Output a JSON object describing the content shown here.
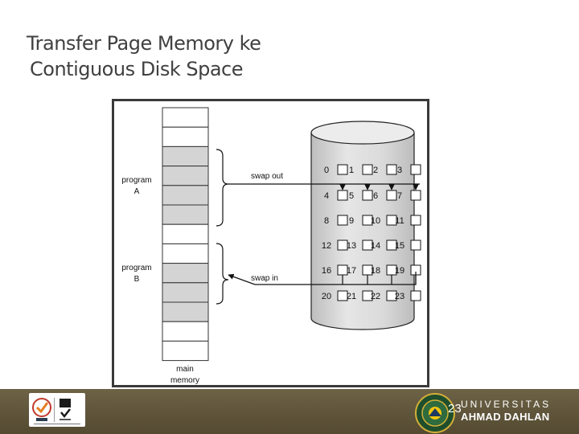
{
  "slide": {
    "title_line1": "Transfer Page Memory ke",
    "title_line2": "Contiguous Disk Space",
    "page_number": "23"
  },
  "diagram": {
    "program_a_line1": "program",
    "program_a_line2": "A",
    "program_b_line1": "program",
    "program_b_line2": "B",
    "swap_out_label": "swap out",
    "swap_in_label": "swap in",
    "memory_line1": "main",
    "memory_line2": "memory",
    "disk_blocks": [
      "0",
      "1",
      "2",
      "3",
      "4",
      "5",
      "6",
      "7",
      "8",
      "9",
      "10",
      "11",
      "12",
      "13",
      "14",
      "15",
      "16",
      "17",
      "18",
      "19",
      "20",
      "21",
      "22",
      "23"
    ]
  },
  "footer": {
    "university_line1": "UNIVERSITAS",
    "university_line2": "AHMAD DAHLAN"
  },
  "colors": {
    "footer_bar": "#5f5539",
    "memory_shaded": "#d4d4d4",
    "disk_body": "#dcdcdc",
    "title_text": "#404040"
  }
}
